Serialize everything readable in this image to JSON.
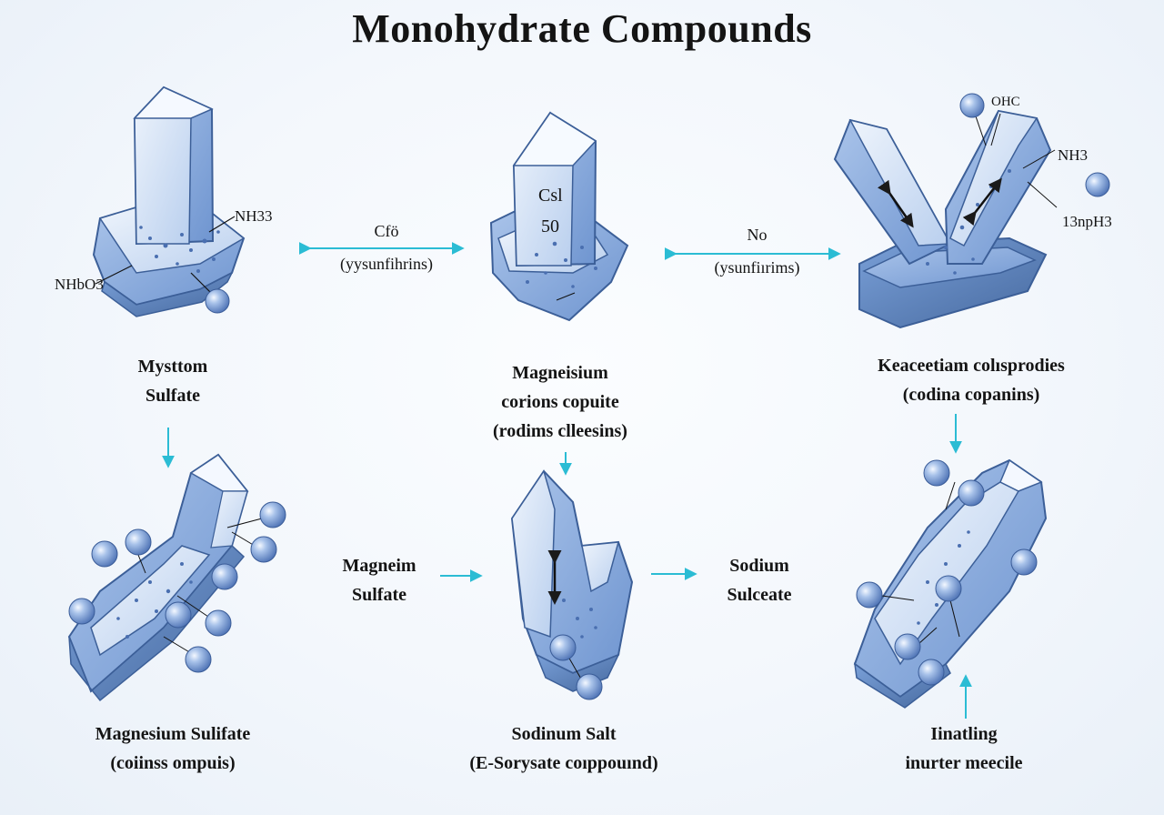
{
  "title": "Monohydrate Compounds",
  "colors": {
    "accent": "#2bbcd4",
    "crystal_light": "#d9e6f7",
    "crystal_mid": "#8fb0df",
    "crystal_dark": "#4f78bd",
    "sphere": "#7ea5dd"
  },
  "top": {
    "left": {
      "name_lines": [
        "Mysttom",
        "Sulfate"
      ],
      "chem_a": "NH33",
      "chem_b": "NHbO3"
    },
    "middle": {
      "name_lines": [
        "Magneisium",
        "corions copuite",
        "(rodims clleesins)"
      ],
      "inner_a": "Csl",
      "inner_b": "50"
    },
    "right": {
      "name_lines": [
        "Keaceetiam colısprodies",
        "(codina copanins)"
      ],
      "chem_a": "OHC",
      "chem_b": "NH3",
      "chem_c": "13npH3"
    }
  },
  "connectors": {
    "left": {
      "top": "Cfö",
      "bottom": "(yysunfihrins)"
    },
    "right": {
      "top": "No",
      "bottom": "(ysunfiırims)"
    }
  },
  "bottom": {
    "left": {
      "name_lines": [
        "Magnesium Sulifate",
        "(coiinss ompuis)"
      ]
    },
    "middle": {
      "name_lines": [
        "Sodinum Salt",
        "(E-Sorysate coıppouınd)"
      ]
    },
    "right": {
      "name_lines": [
        "Iinatling",
        "inurter meecile"
      ]
    },
    "mid_left_label": [
      "Magneim",
      "Sulfate"
    ],
    "mid_right_label": [
      "Sodium",
      "Sulceate"
    ]
  }
}
